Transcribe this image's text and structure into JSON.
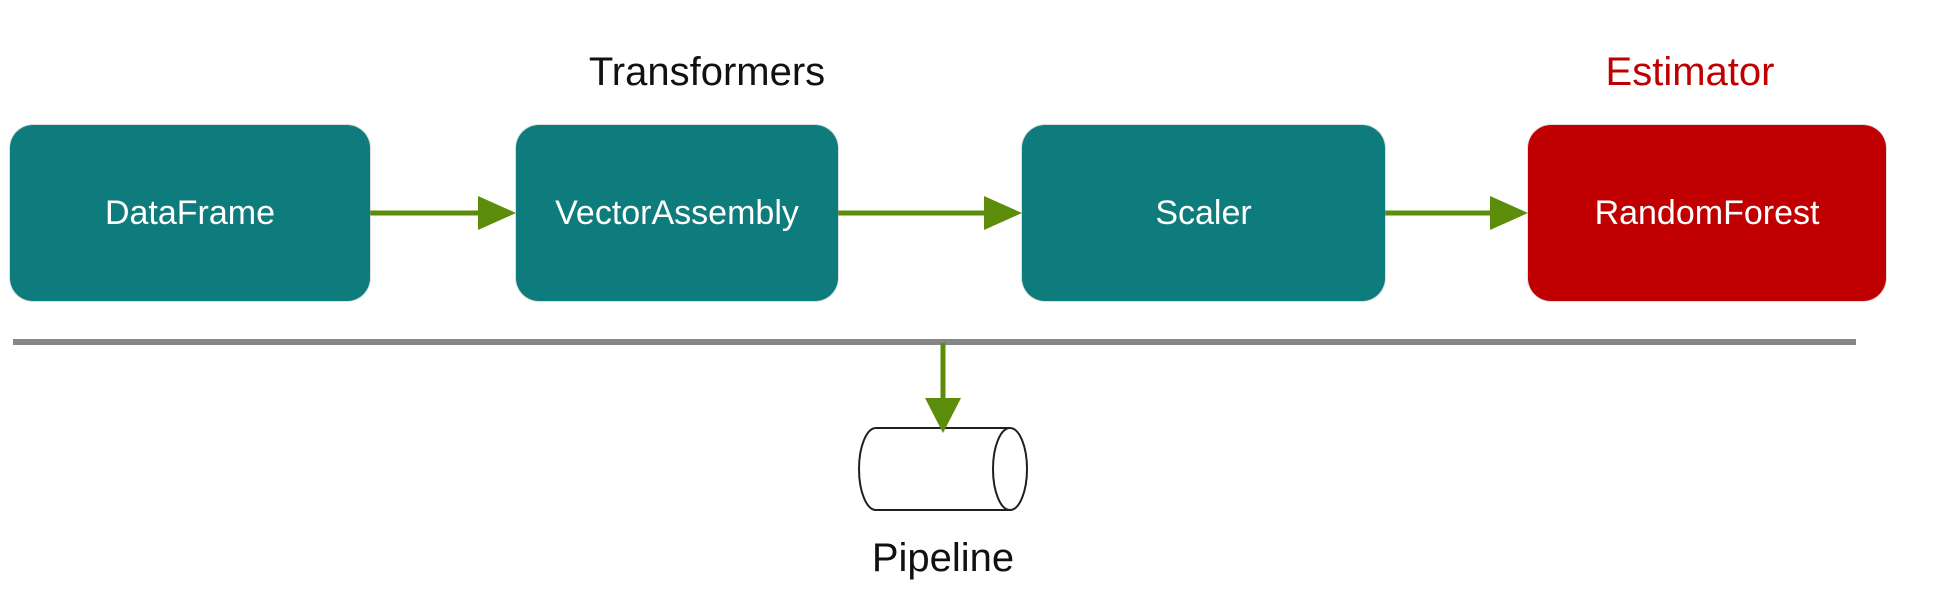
{
  "diagram": {
    "section_labels": {
      "transformers": "Transformers",
      "estimator": "Estimator"
    },
    "nodes": [
      {
        "id": "dataframe",
        "label": "DataFrame",
        "role": "input",
        "color": "#0E7C7C"
      },
      {
        "id": "vector-assembly",
        "label": "VectorAssembly",
        "role": "transformer",
        "color": "#0E7C7C"
      },
      {
        "id": "scaler",
        "label": "Scaler",
        "role": "transformer",
        "color": "#0E7C7C"
      },
      {
        "id": "random-forest",
        "label": "RandomForest",
        "role": "estimator",
        "color": "#C00000"
      }
    ],
    "pipeline": {
      "label": "Pipeline"
    },
    "colors": {
      "teal_box": "#0E7C7C",
      "red_box": "#C00000",
      "estimator_label_red": "#C00000",
      "arrow_green": "#5B8C0A",
      "divider_gray": "#868686",
      "cylinder_outline": "#1F1F1F",
      "text_white": "#FFFFFF",
      "text_black": "#111111"
    }
  }
}
